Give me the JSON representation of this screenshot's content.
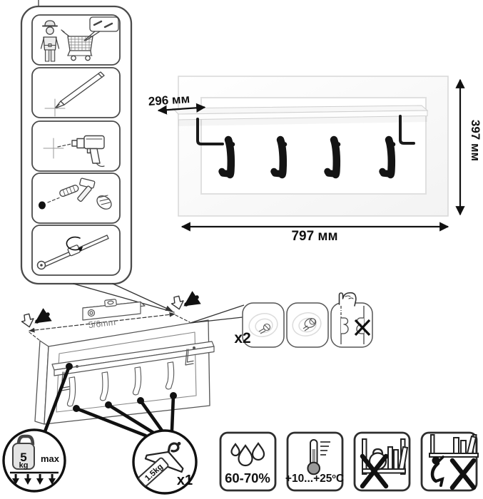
{
  "product": {
    "dim_width": "797 мм",
    "dim_height": "397 мм",
    "dim_depth": "296 мм"
  },
  "mounting": {
    "level_distance": "5/6mm",
    "fastener_count": "x2"
  },
  "load": {
    "shelf_max_value": "5",
    "shelf_max_unit": "kg",
    "shelf_max_label": "max",
    "hook_max_weight": "1.5kg",
    "hook_max_count": "x1"
  },
  "environment": {
    "humidity_range": "60-70%",
    "temperature_main": "+10...+25",
    "temperature_degree": "о",
    "temperature_unit": "C"
  },
  "steps": [
    "unpack-and-check-parts",
    "mark-holes",
    "drill-holes",
    "hammer-in-dowels",
    "screw-in-fasteners"
  ],
  "warnings": [
    "humidity-limit",
    "temperature-limit",
    "no-heavy-load",
    "no-hanging-on-unit"
  ]
}
